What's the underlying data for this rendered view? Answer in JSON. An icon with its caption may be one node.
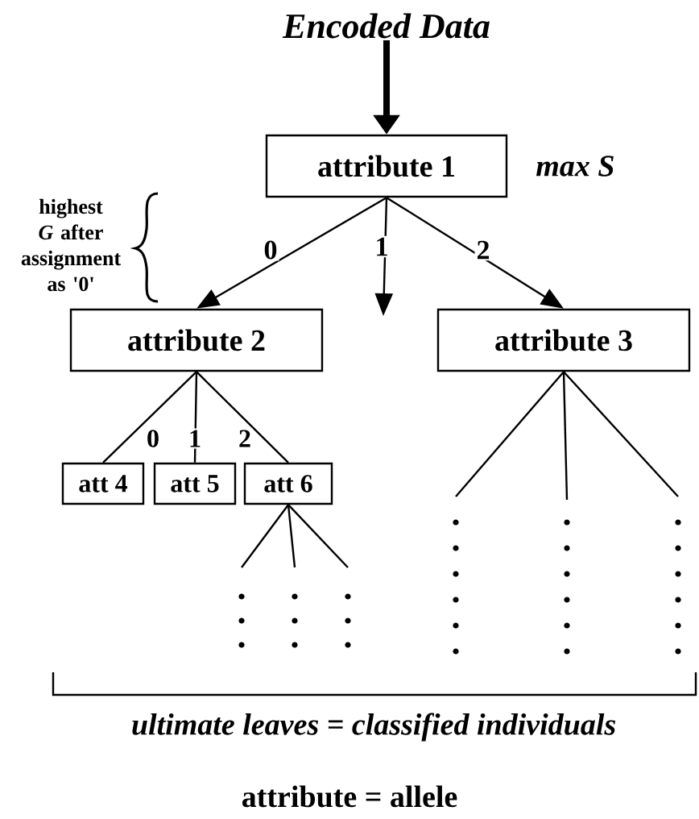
{
  "diagram": {
    "nodes": [
      {
        "text": [
          "Encoded Data"
        ]
      },
      {
        "text": [
          "attribute 1"
        ],
        "beside": [
          "max S"
        ]
      },
      {
        "text": [
          "attribute 2"
        ]
      },
      {
        "text": [
          "attribute 3"
        ]
      },
      {
        "text": [
          "att 4"
        ]
      },
      {
        "text": [
          "att 5"
        ]
      },
      {
        "text": [
          "att 6"
        ]
      }
    ],
    "edges": [
      {
        "from": 0,
        "to": 1,
        "arrow": "to",
        "style": "thick"
      },
      {
        "from": 1,
        "to": 2,
        "arrow": "to",
        "label": "0"
      },
      {
        "from": 1,
        "to": null,
        "arrow": "to",
        "label": "1"
      },
      {
        "from": 1,
        "to": 3,
        "arrow": "to",
        "label": "2"
      },
      {
        "from": 2,
        "to": 4,
        "arrow": "none",
        "label": "0"
      },
      {
        "from": 2,
        "to": 5,
        "arrow": "none",
        "label": "1"
      },
      {
        "from": 2,
        "to": 6,
        "arrow": "none",
        "label": "2"
      },
      {
        "from": 6,
        "to": null,
        "arrow": "none"
      },
      {
        "from": 6,
        "to": null,
        "arrow": "none"
      },
      {
        "from": 6,
        "to": null,
        "arrow": "none"
      },
      {
        "from": 3,
        "to": null,
        "arrow": "none"
      },
      {
        "from": 3,
        "to": null,
        "arrow": "none"
      },
      {
        "from": 3,
        "to": null,
        "arrow": "none"
      }
    ],
    "labels": [
      "highest *G* after assignment as '0'",
      "ultimate leaves = classified individuals",
      "attribute = allele"
    ]
  }
}
